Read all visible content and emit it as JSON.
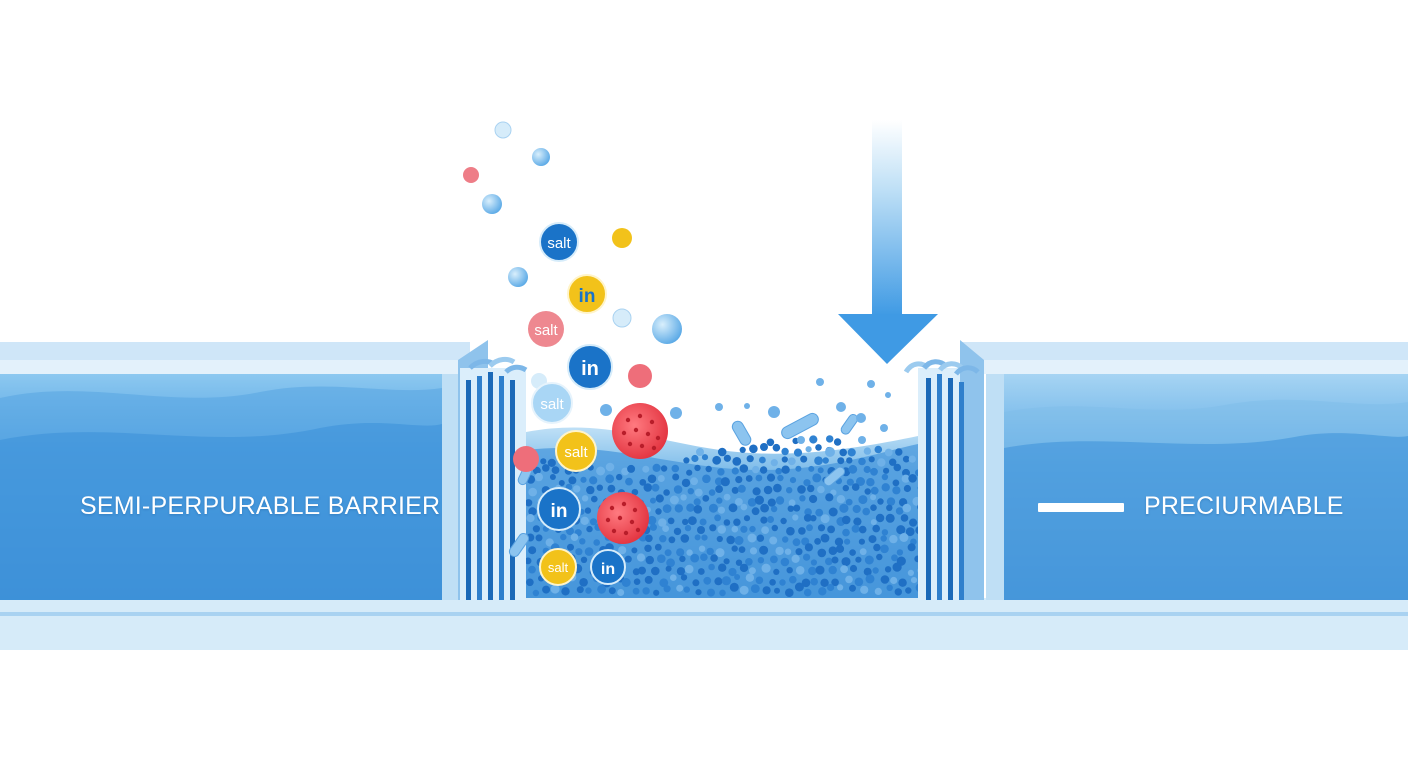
{
  "labels": {
    "left_tank": "SEMI-PERPURABLE BARRIER",
    "right_tank": "PRECIURMABLE"
  },
  "particle_text": {
    "salt": "salt",
    "in": "in"
  },
  "colors": {
    "water_dark": "#1f74c8",
    "water_light": "#6fb8ec",
    "tank_frame": "#b9dcf3",
    "membrane_dark": "#1b69b8",
    "arrow": "#4aa3e8",
    "salt_blue": "#1a73c8",
    "in_yellow": "#f2c21a",
    "red_particle": "#ea3b45",
    "pink_particle": "#ee8890"
  },
  "icons": [
    "down-arrow-icon",
    "salt-particle-icon",
    "in-particle-icon",
    "bacteria-icon",
    "filter-plate-icon"
  ]
}
